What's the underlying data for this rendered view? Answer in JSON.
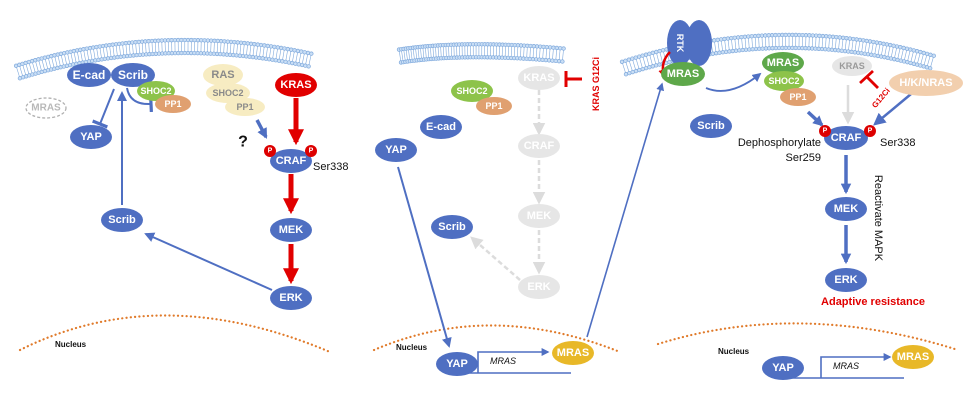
{
  "colors": {
    "protein_blue": "#4f6fc2",
    "kras_red": "#e10000",
    "inhibit_red": "#e10000",
    "shoc2_green": "#8dc34a",
    "mras_green": "#5ea84a",
    "pp1_orange": "#e0a070",
    "ras_beige": "#f7ecc2",
    "hknras_peach": "#f2cfae",
    "inactive_grey": "#e2e2e2",
    "mras_yellow": "#e8b828",
    "nucleus_dots": "#e07a2a",
    "membrane": "#a9c8ee",
    "phospho_red": "#dd0000"
  },
  "panel1": {
    "nodes": {
      "ecad": "E-cad",
      "scrib_membrane": "Scrib",
      "shoc2": "SHOC2",
      "pp1": "PP1",
      "mras_ghost": "MRAS",
      "yap": "YAP",
      "ras": "RAS",
      "ras_shoc2": "SHOC2",
      "ras_pp1": "PP1",
      "kras": "KRAS",
      "craf": "CRAF",
      "mek": "MEK",
      "erk": "ERK",
      "scrib_cyto": "Scrib"
    },
    "phospho_label": "P",
    "question_mark": "?",
    "site_label": "Ser338",
    "nucleus_label": "Nucleus"
  },
  "panel2": {
    "nodes": {
      "kras": "KRAS",
      "shoc2": "SHOC2",
      "pp1": "PP1",
      "ecad": "E-cad",
      "yap": "YAP",
      "craf": "CRAF",
      "mek": "MEK",
      "erk": "ERK",
      "scrib": "Scrib",
      "yap_nuclear": "YAP",
      "mras": "MRAS"
    },
    "inhibitor_label": "KRAS G12Ci",
    "gene_label": "MRAS",
    "nucleus_label": "Nucleus"
  },
  "panel3": {
    "nodes": {
      "rtk": "RTK",
      "mras_rtk": "MRAS",
      "mras_complex": "MRAS",
      "shoc2": "SHOC2",
      "pp1": "PP1",
      "kras": "KRAS",
      "hknras": "H/K/NRAS",
      "scrib": "Scrib",
      "craf": "CRAF",
      "mek": "MEK",
      "erk": "ERK",
      "yap_nuclear": "YAP",
      "mras": "MRAS"
    },
    "phospho_label": "P",
    "inhibitor_label": "G12Ci",
    "dephos_label": "Dephosphorylate",
    "site_left_label": "Ser259",
    "site_right_label": "Ser338",
    "reactivate_label": "Reactivate MAPK",
    "adaptive_label": "Adaptive resistance",
    "gene_label": "MRAS",
    "nucleus_label": "Nucleus"
  }
}
